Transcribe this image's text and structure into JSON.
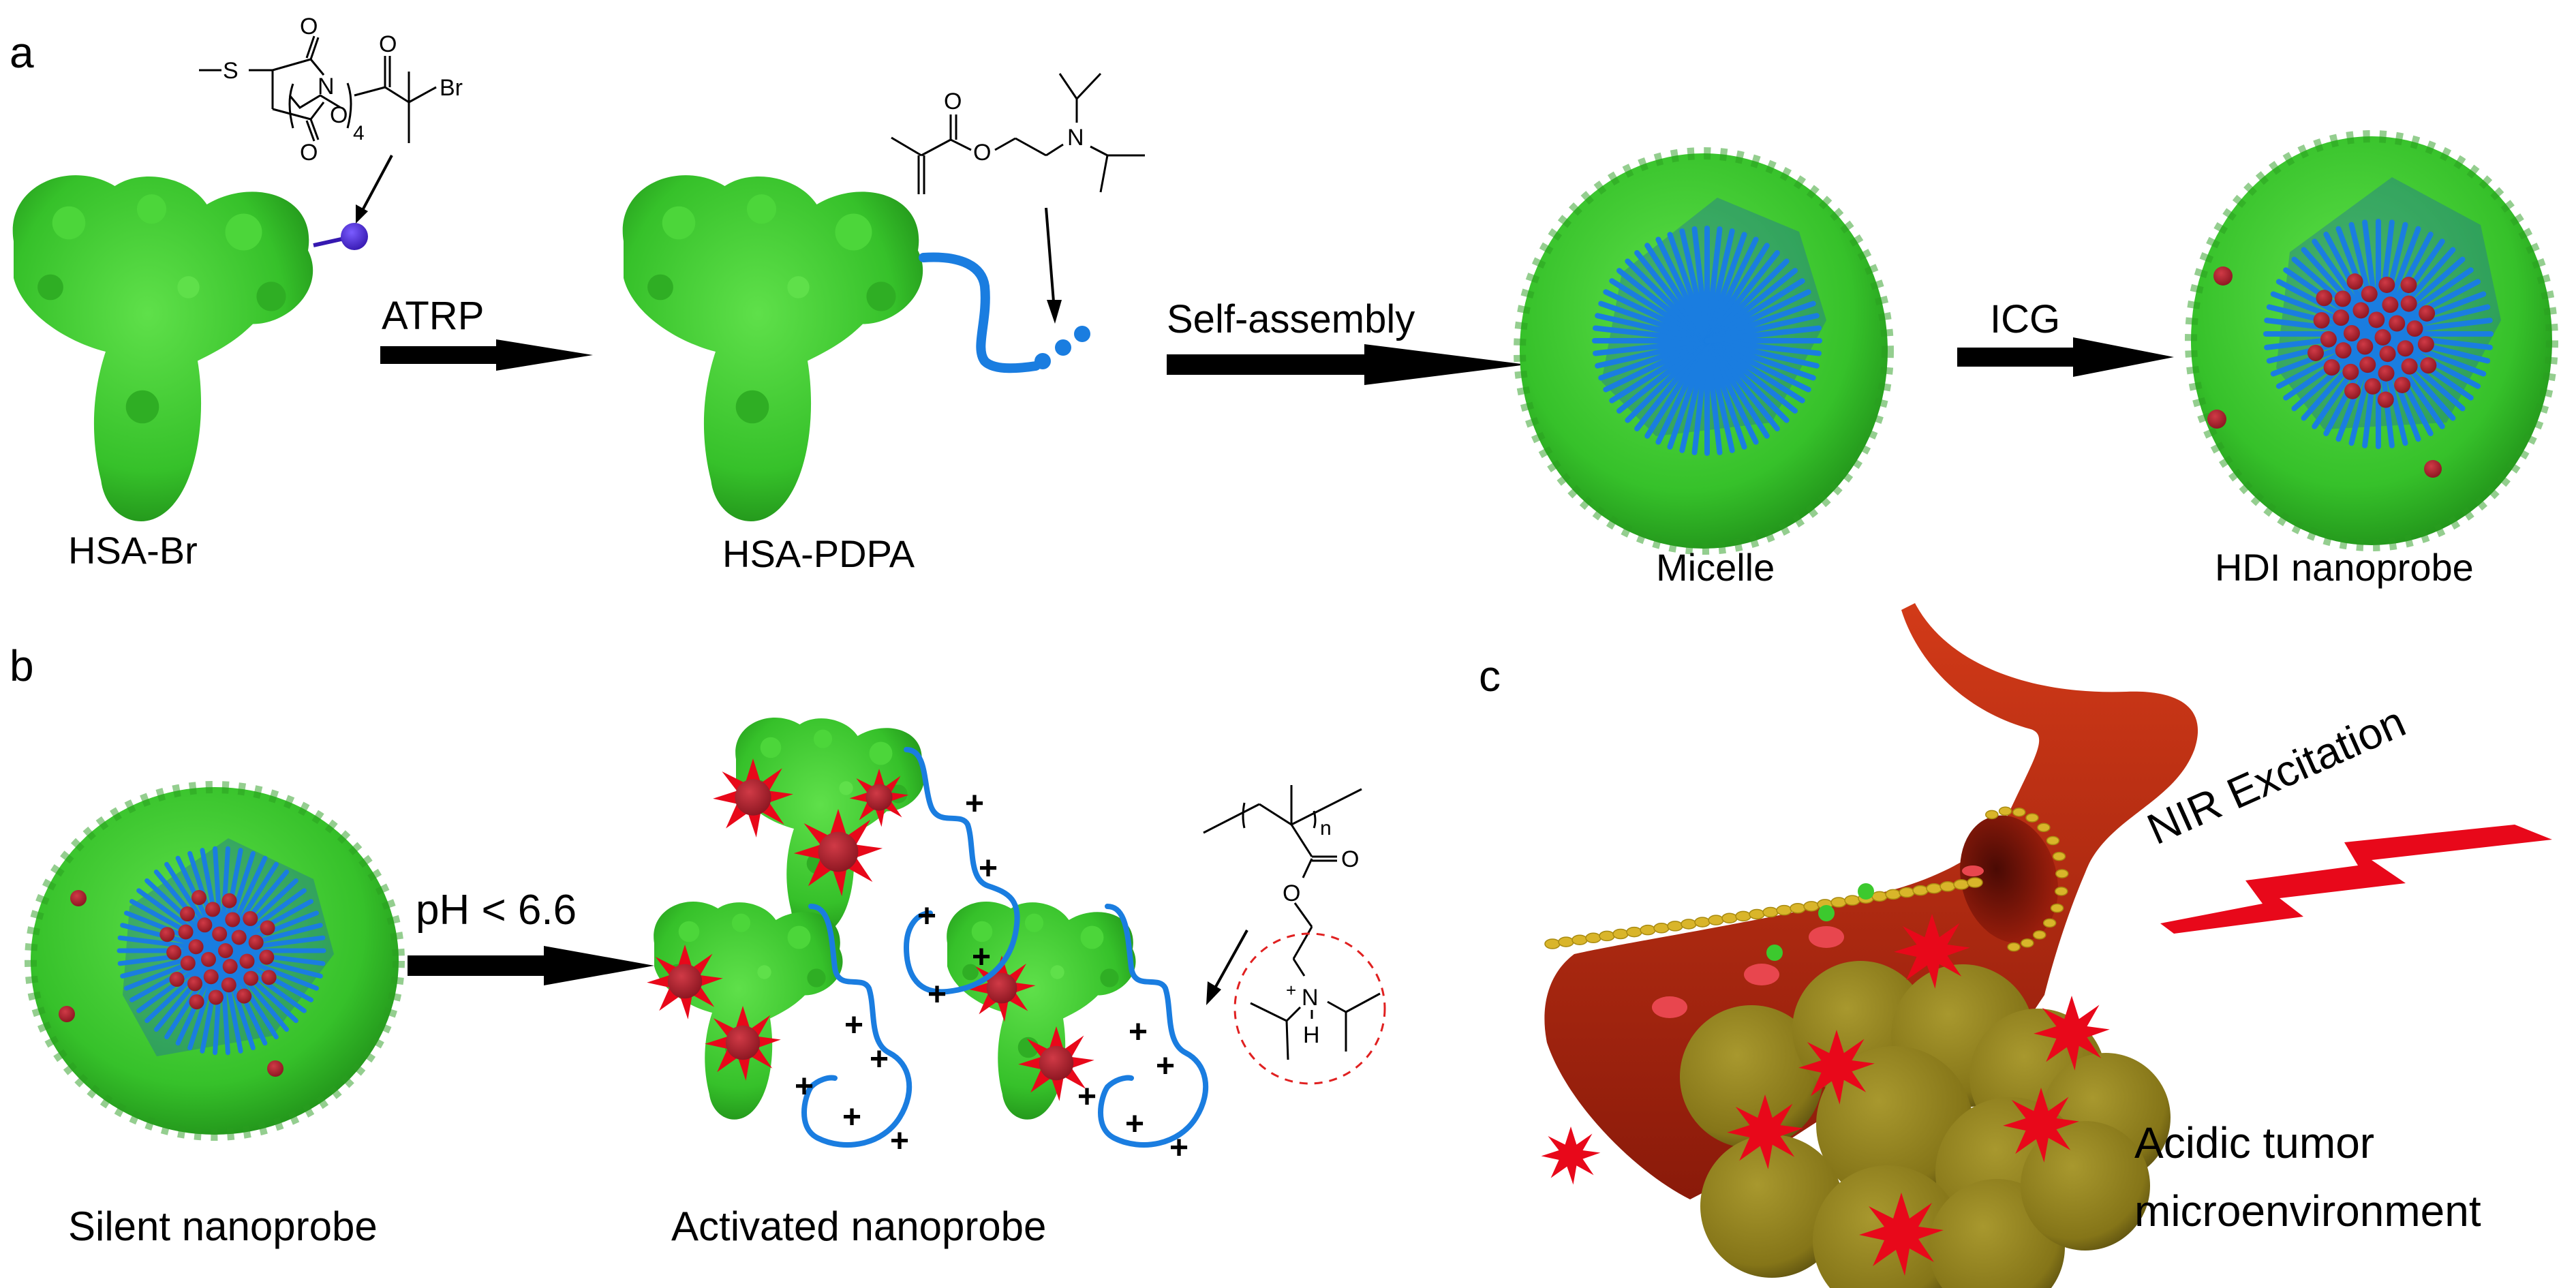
{
  "panels": {
    "a": {
      "letter": "a",
      "structures": {
        "initiator": {
          "atoms": {
            "s": "S",
            "n": "N",
            "o_top": "O",
            "o_bottom": "O",
            "o_chain": "O",
            "repeat": "4",
            "o_ester": "O",
            "br": "Br"
          }
        },
        "monomer": {
          "atoms": {
            "o_carbonyl": "O",
            "o_ester": "O",
            "n": "N"
          }
        }
      },
      "steps": [
        {
          "label": "HSA-Br"
        },
        {
          "label": "HSA-PDPA"
        },
        {
          "label": "Micelle"
        },
        {
          "label": "HDI nanoprobe"
        }
      ],
      "arrows": [
        {
          "label": "ATRP"
        },
        {
          "label": "Self-assembly"
        },
        {
          "label": "ICG"
        }
      ]
    },
    "b": {
      "letter": "b",
      "steps": [
        {
          "label": "Silent nanoprobe"
        },
        {
          "label": "Activated nanoprobe"
        }
      ],
      "arrow": {
        "label": "pH < 6.6"
      },
      "charge_symbol": "+",
      "structure": {
        "atoms": {
          "repeat": "n",
          "o_carbonyl": "O",
          "o_ester": "O",
          "n_plus": "+",
          "n": "N",
          "h": "H"
        }
      }
    },
    "c": {
      "letter": "c",
      "excitation_label": "NIR Excitation",
      "environment_label_line1": "Acidic tumor",
      "environment_label_line2": "microenvironment"
    }
  },
  "colors": {
    "protein_green": "#3cc92e",
    "protein_dark": "#2a9e1f",
    "polymer_blue": "#1a7de0",
    "icg_red": "#b0202e",
    "starburst_red": "#e8081a",
    "vessel_red": "#b8230f",
    "vessel_dark": "#7a1408",
    "endothelium_yellow": "#d9b52a",
    "tumor_olive": "#8a7a1c",
    "tumor_dark": "#5e5210",
    "initiator_purple": "#4a2bd0",
    "dash_red": "#e02020"
  }
}
